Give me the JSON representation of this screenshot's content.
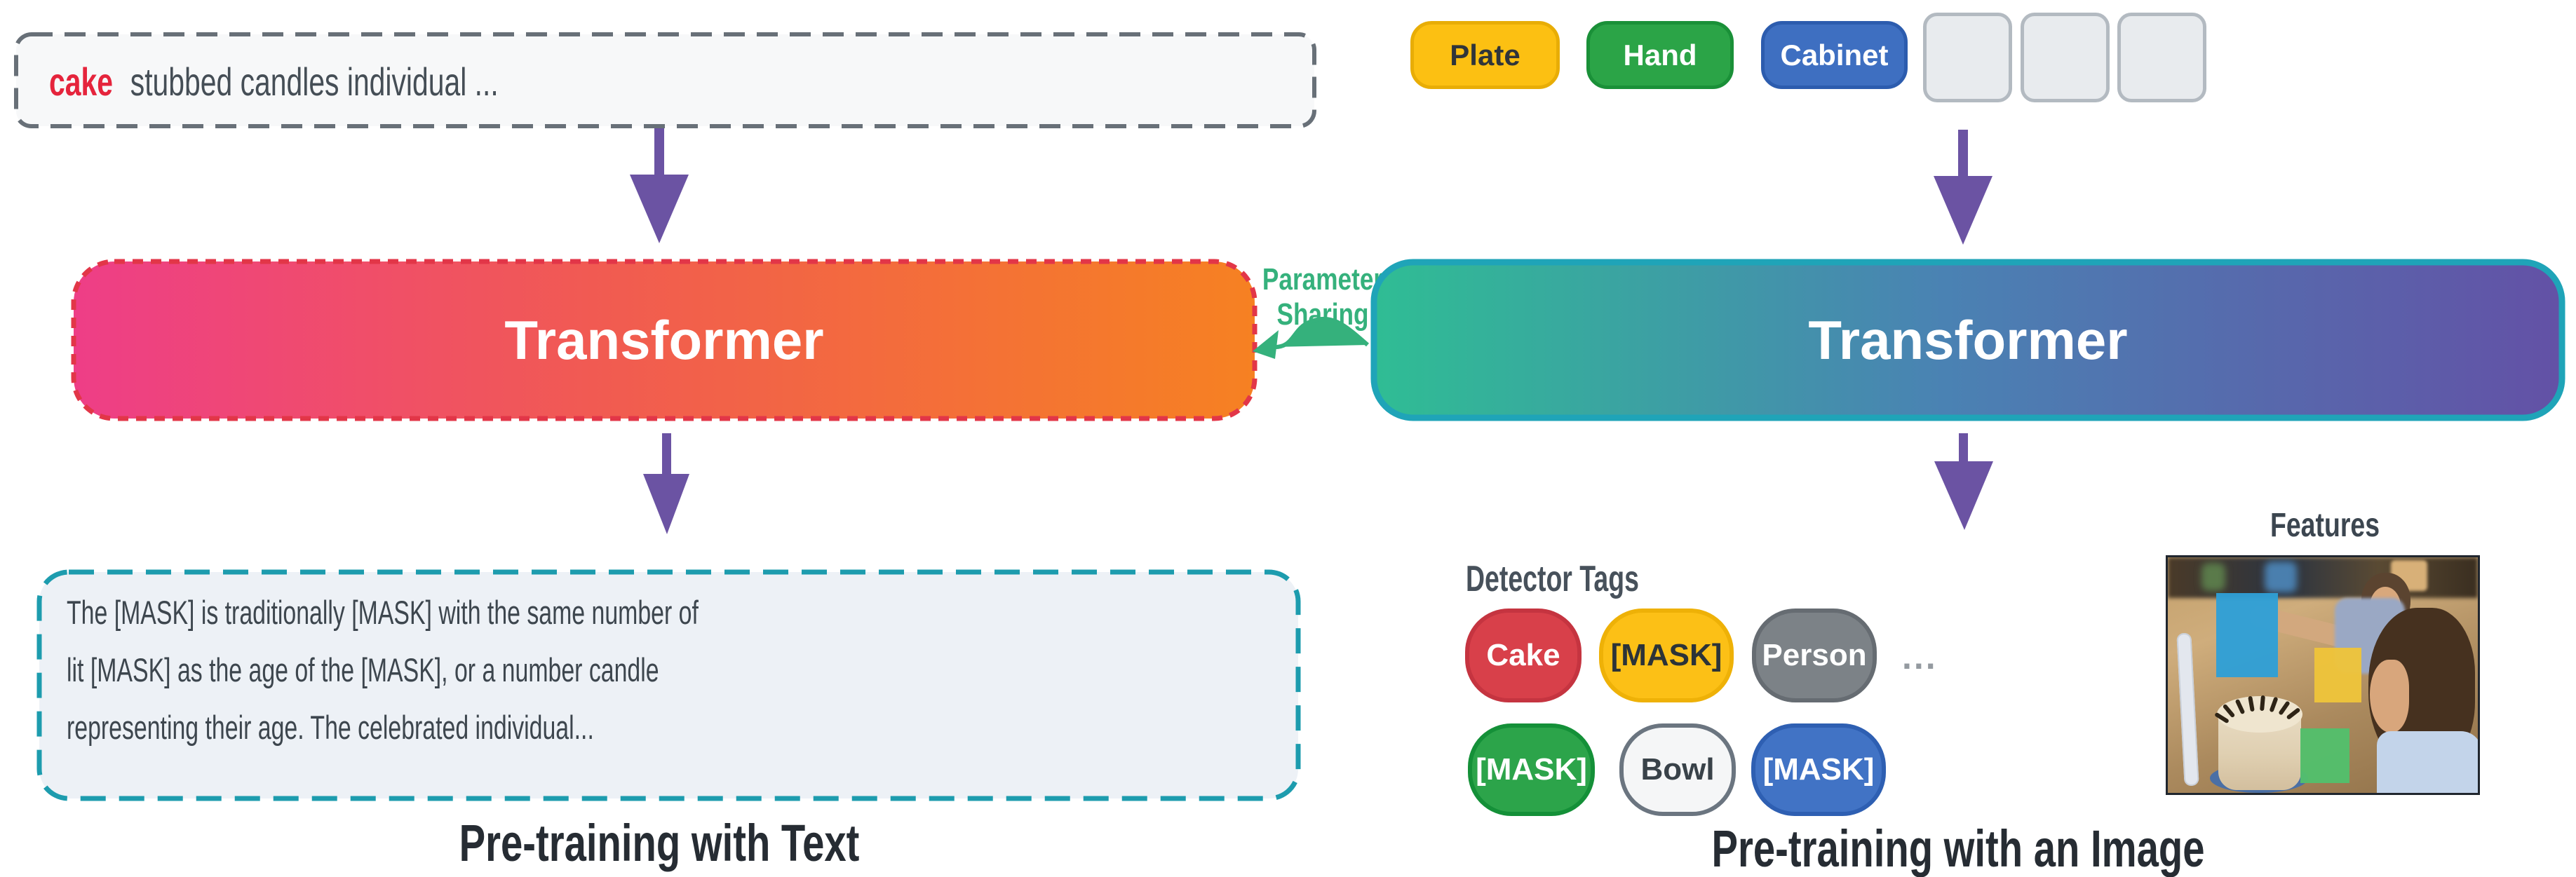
{
  "left_branch": {
    "input": {
      "highlight": "cake",
      "text": "stubbed candles individual ...",
      "highlight_color": "#e5243c"
    },
    "transformer_label": "Transformer",
    "output_lines": [
      "The [MASK] is traditionally [MASK] with the same number of",
      "lit [MASK] as the age of the [MASK], or a number candle",
      "representing their age. The celebrated individual..."
    ],
    "caption": "Pre-training with Text"
  },
  "right_branch": {
    "input_tags": [
      {
        "label": "Plate",
        "bg": "#fcc012",
        "fg": "#30353a",
        "border": "#e8ad06"
      },
      {
        "label": "Hand",
        "bg": "#2ba447",
        "fg": "#ffffff",
        "border": "#1a9038"
      },
      {
        "label": "Cabinet",
        "bg": "#3e6fc1",
        "fg": "#ffffff",
        "border": "#2c5cae"
      }
    ],
    "transformer_label": "Transformer",
    "detector": {
      "header": "Detector Tags",
      "ellipsis": "...",
      "row1": [
        {
          "label": "Cake",
          "bg": "#d8404a",
          "fg": "#ffffff",
          "border": "#c53440"
        },
        {
          "label": "[MASK]",
          "bg": "#fcc016",
          "fg": "#2c3338",
          "border": "#eeb107"
        },
        {
          "label": "Person",
          "bg": "#7c8287",
          "fg": "#ffffff",
          "border": "#666c72"
        }
      ],
      "row2": [
        {
          "label": "[MASK]",
          "bg": "#2ca44a",
          "fg": "#ffffff",
          "border": "#149038"
        },
        {
          "label": "Bowl",
          "bg": "#f5f6f7",
          "fg": "#394249",
          "border": "#6b7580"
        },
        {
          "label": "[MASK]",
          "bg": "#4173c5",
          "fg": "#ffffff",
          "border": "#2e5fb2"
        }
      ]
    },
    "features": {
      "header": "Features"
    },
    "caption": "Pre-training with an Image"
  },
  "parameter_sharing": {
    "line1": "Parameter",
    "line2": "Sharing",
    "color": "#35b17c"
  },
  "colors": {
    "arrow": "#6b53a3",
    "input_box_bg": "#f7f8f9",
    "input_box_border": "#687078",
    "output_box_bg": "#edf1f6",
    "output_box_border": "#1d9cae",
    "text_transformer_gradient": [
      "#ee3e87",
      "#f15b51",
      "#f68122"
    ],
    "text_transformer_border": "#e23648",
    "image_transformer_gradient": [
      "#2fbd94",
      "#4a82b3",
      "#6351a6"
    ],
    "image_transformer_border": "#1fa4b8"
  }
}
